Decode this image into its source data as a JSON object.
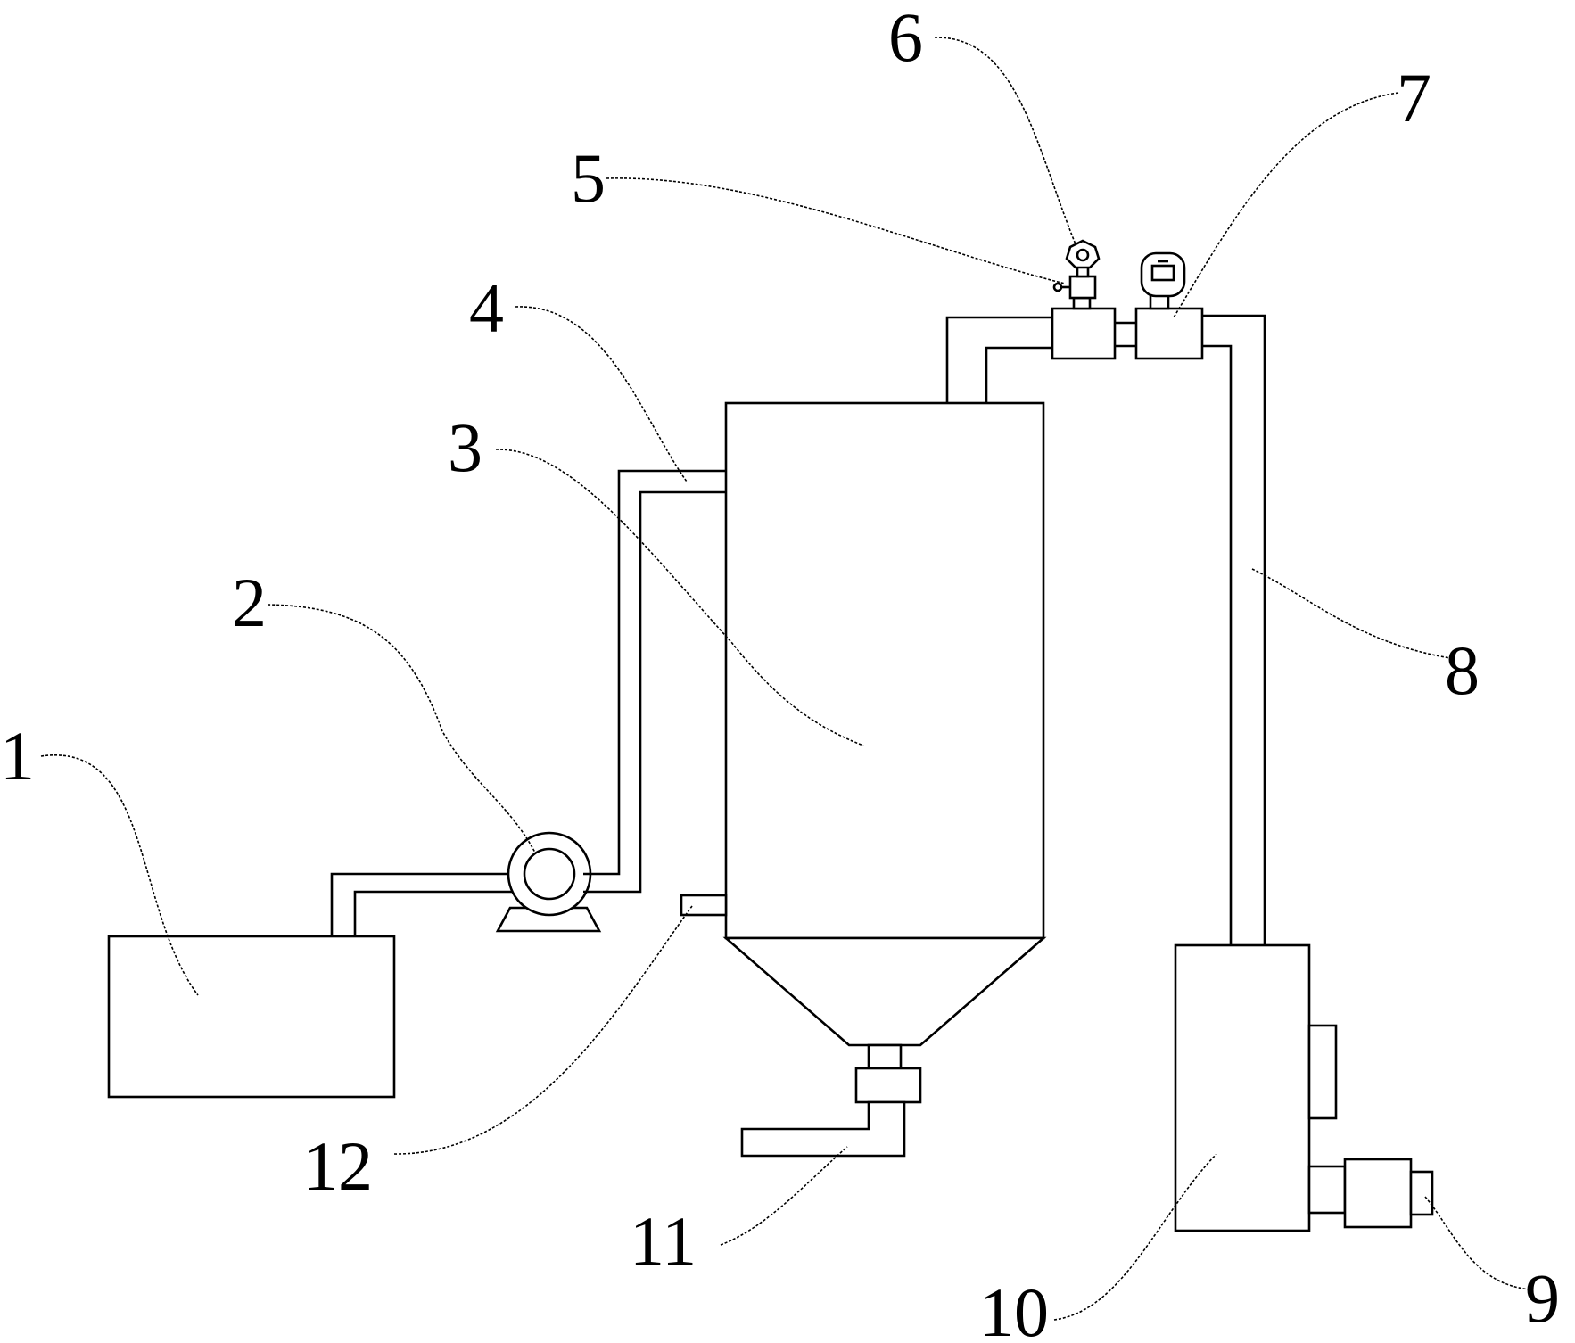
{
  "callouts": {
    "c1": "1",
    "c2": "2",
    "c3": "3",
    "c4": "4",
    "c5": "5",
    "c6": "6",
    "c7": "7",
    "c8": "8",
    "c9": "9",
    "c10": "10",
    "c11": "11",
    "c12": "12"
  },
  "colors": {
    "stroke": "#000000",
    "background": "#ffffff"
  }
}
